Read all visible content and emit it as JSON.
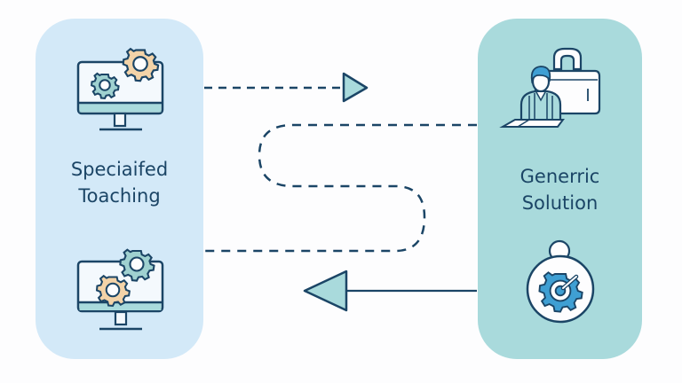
{
  "diagram": {
    "left_panel": {
      "label_line1": "Speciaifed",
      "label_line2": "Toaching",
      "icons": [
        "monitor-gears-icon",
        "monitor-gears-icon"
      ]
    },
    "right_panel": {
      "label_line1": "Generric",
      "label_line2": "Solution",
      "icons": [
        "person-briefcase-icon",
        "gear-target-icon"
      ]
    },
    "connectors": [
      {
        "from": "left_panel",
        "to": "right_panel",
        "style": "dashed",
        "arrowhead": "triangle-right"
      },
      {
        "from": "right_panel",
        "to": "left_panel",
        "style": "dashed-winding",
        "arrowhead": "none"
      },
      {
        "from": "right_panel",
        "to": "left_panel",
        "style": "solid",
        "arrowhead": "triangle-left"
      }
    ],
    "colors": {
      "left_panel": "#d3e9f8",
      "right_panel": "#a9dadc",
      "stroke": "#1b4566",
      "arrow_fill": "#a9dadc",
      "gear_orange": "#f3d3a8",
      "gear_teal": "#9fd1d0",
      "gear_blue": "#3f9fd3",
      "background": "#fdfdfe"
    }
  }
}
